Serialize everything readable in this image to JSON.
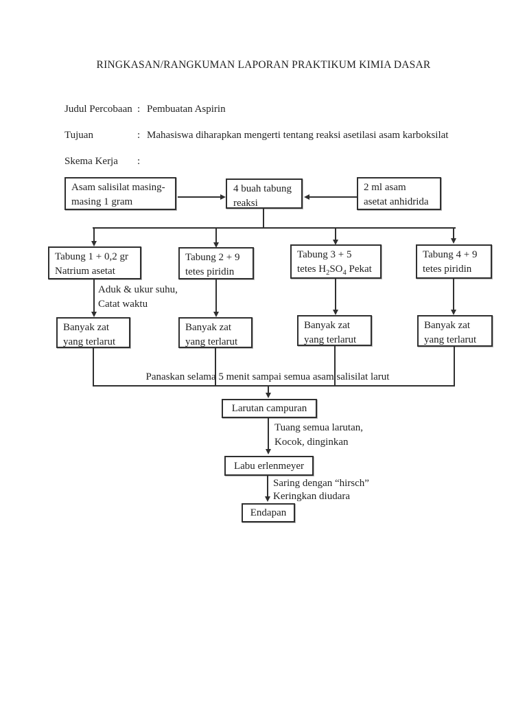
{
  "doc": {
    "title": "RINGKASAN/RANGKUMAN LAPORAN PRAKTIKUM KIMIA DASAR",
    "fields": [
      {
        "label": "Judul Percobaan",
        "sep": ":",
        "value": "Pembuatan Aspirin"
      },
      {
        "label": "Tujuan",
        "sep": ":",
        "value": "Mahasiswa diharapkan mengerti tentang reaksi asetilasi asam karboksilat"
      },
      {
        "label": "Skema Kerja",
        "sep": ":",
        "value": ""
      }
    ]
  },
  "flowchart": {
    "nodes": {
      "salicylic": {
        "l1": "Asam salisilat masing-",
        "l2": "masing 1 gram"
      },
      "tubes": {
        "l1": "4 buah tabung",
        "l2": "reaksi"
      },
      "anhydride": {
        "l1": "2 ml asam",
        "l2": "asetat anhidrida"
      },
      "tube1": {
        "l1": "Tabung 1 + 0,2 gr",
        "l2": "Natrium asetat"
      },
      "tube2": {
        "l1": "Tabung 2 + 9",
        "l2": "tetes piridin"
      },
      "tube3": {
        "l1": "Tabung 3 + 5",
        "l2a": "tetes H",
        "l2sub1": "2",
        "l2b": "SO",
        "l2sub2": "4",
        "l2c": " Pekat"
      },
      "tube4": {
        "l1": "Tabung 4 + 9",
        "l2": "tetes piridin"
      },
      "dissolved1": {
        "l1": "Banyak zat",
        "l2": "yang terlarut"
      },
      "dissolved2": {
        "l1": "Banyak zat",
        "l2": "yang terlarut"
      },
      "dissolved3": {
        "l1": "Banyak zat",
        "l2": "yang terlarut"
      },
      "dissolved4": {
        "l1": "Banyak zat",
        "l2": "yang terlarut"
      },
      "mixture": {
        "l1": "Larutan campuran"
      },
      "flask": {
        "l1": "Labu erlenmeyer"
      },
      "precipitate": {
        "l1": "Endapan"
      }
    },
    "labels": {
      "stir": {
        "l1": "Aduk & ukur suhu,",
        "l2": "Catat waktu"
      },
      "heat": "Panaskan selama 5 menit sampai semua asam salisilat larut",
      "pour": {
        "l1": "Tuang semua larutan,",
        "l2": "Kocok, dinginkan"
      },
      "filter": {
        "l1": "Saring dengan “hirsch”",
        "l2": "Keringkan diudara"
      }
    }
  },
  "colors": {
    "ink": "#1f1f1f",
    "line": "#2f2f2f",
    "page": "#ffffff"
  }
}
